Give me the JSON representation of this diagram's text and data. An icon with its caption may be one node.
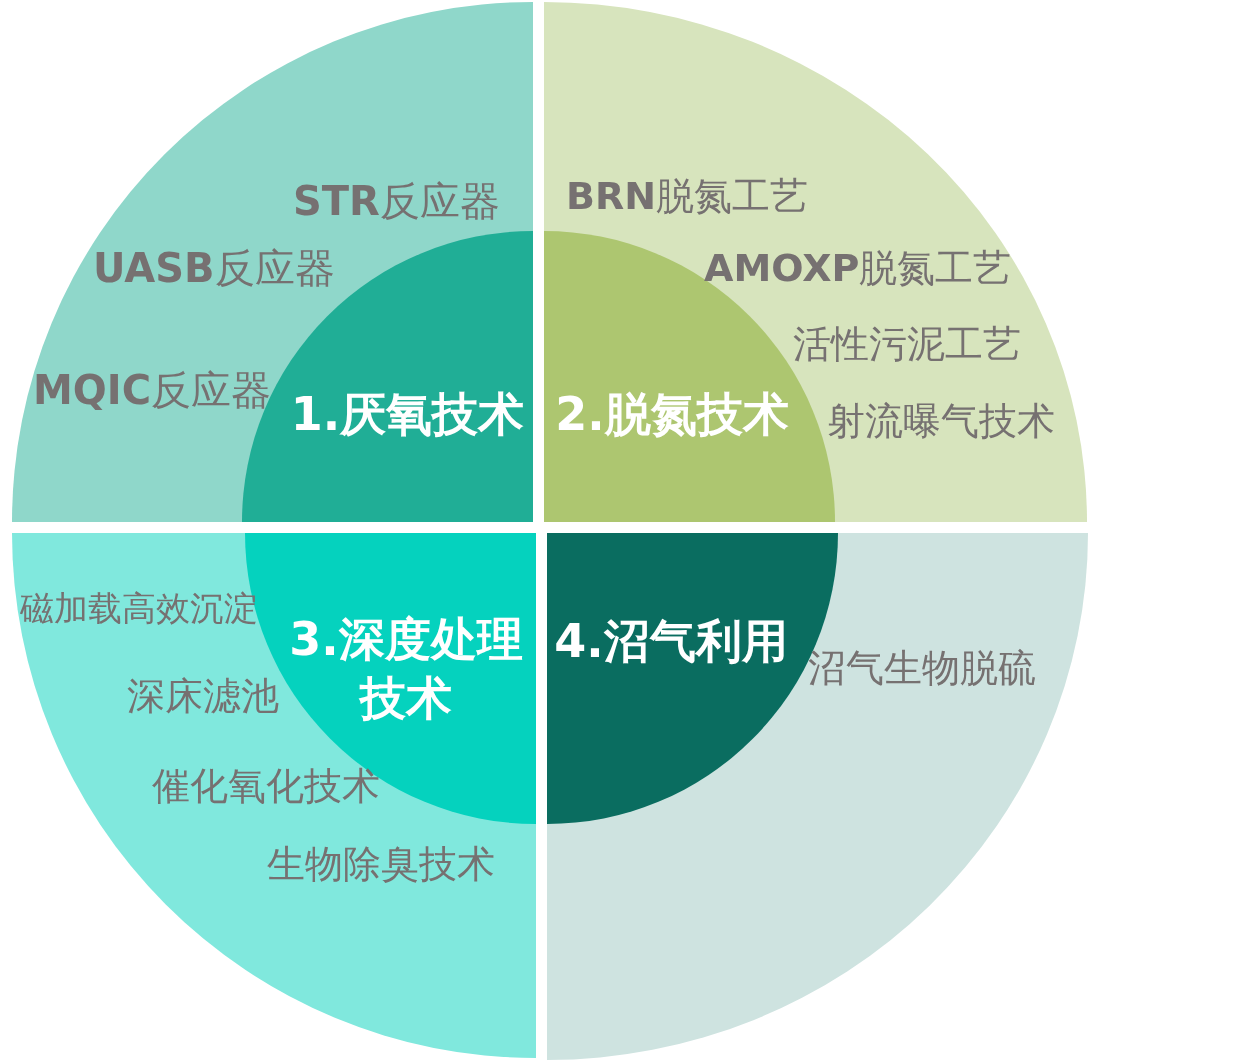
{
  "diagram": {
    "nodes": [
      {
        "text": [
          "**STR**反应器",
          "**UASB**反应器",
          "**MQIC**反应器"
        ]
      },
      {
        "text": [
          "1.厌氧技术"
        ],
        "in": 0
      },
      {
        "text": [
          "**BRN**脱氮工艺",
          "**AMOXP**脱氮工艺",
          "活性污泥工艺",
          "射流曝气技术"
        ]
      },
      {
        "text": [
          "2.脱氮技术"
        ],
        "in": 2
      },
      {
        "text": [
          "磁加载高效沉淀",
          "深床滤池",
          "催化氧化技术",
          "生物除臭技术"
        ]
      },
      {
        "text": [
          "3.深度处理技术"
        ],
        "in": 4
      },
      {
        "text": [
          "沼气生物脱硫"
        ]
      },
      {
        "text": [
          "4.沼气利用"
        ],
        "in": 6
      }
    ]
  }
}
